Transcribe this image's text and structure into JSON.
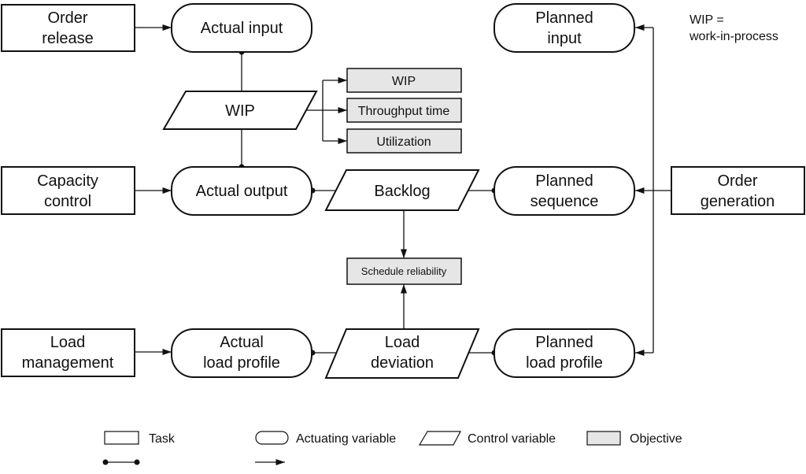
{
  "note": {
    "line1": "WIP =",
    "line2": "work-in-process"
  },
  "tasks": {
    "order_release": [
      "Order",
      "release"
    ],
    "capacity_control": [
      "Capacity",
      "control"
    ],
    "load_management": [
      "Load",
      "management"
    ],
    "order_generation": [
      "Order",
      "generation"
    ]
  },
  "actuating": {
    "actual_input": [
      "Actual input"
    ],
    "actual_output": [
      "Actual output"
    ],
    "actual_load_profile": [
      "Actual",
      "load profile"
    ],
    "planned_input": [
      "Planned",
      "input"
    ],
    "planned_sequence": [
      "Planned",
      "sequence"
    ],
    "planned_load_profile": [
      "Planned",
      "load profile"
    ]
  },
  "control": {
    "wip": [
      "WIP"
    ],
    "backlog": [
      "Backlog"
    ],
    "load_deviation": [
      "Load",
      "deviation"
    ]
  },
  "objectives": {
    "wip": "WIP",
    "throughput_time": "Throughput time",
    "utilization": "Utilization",
    "schedule_reliability": "Schedule reliability"
  },
  "legend": {
    "task": "Task",
    "actuating_variable": "Actuating variable",
    "control_variable": "Control variable",
    "objective": "Objective"
  }
}
